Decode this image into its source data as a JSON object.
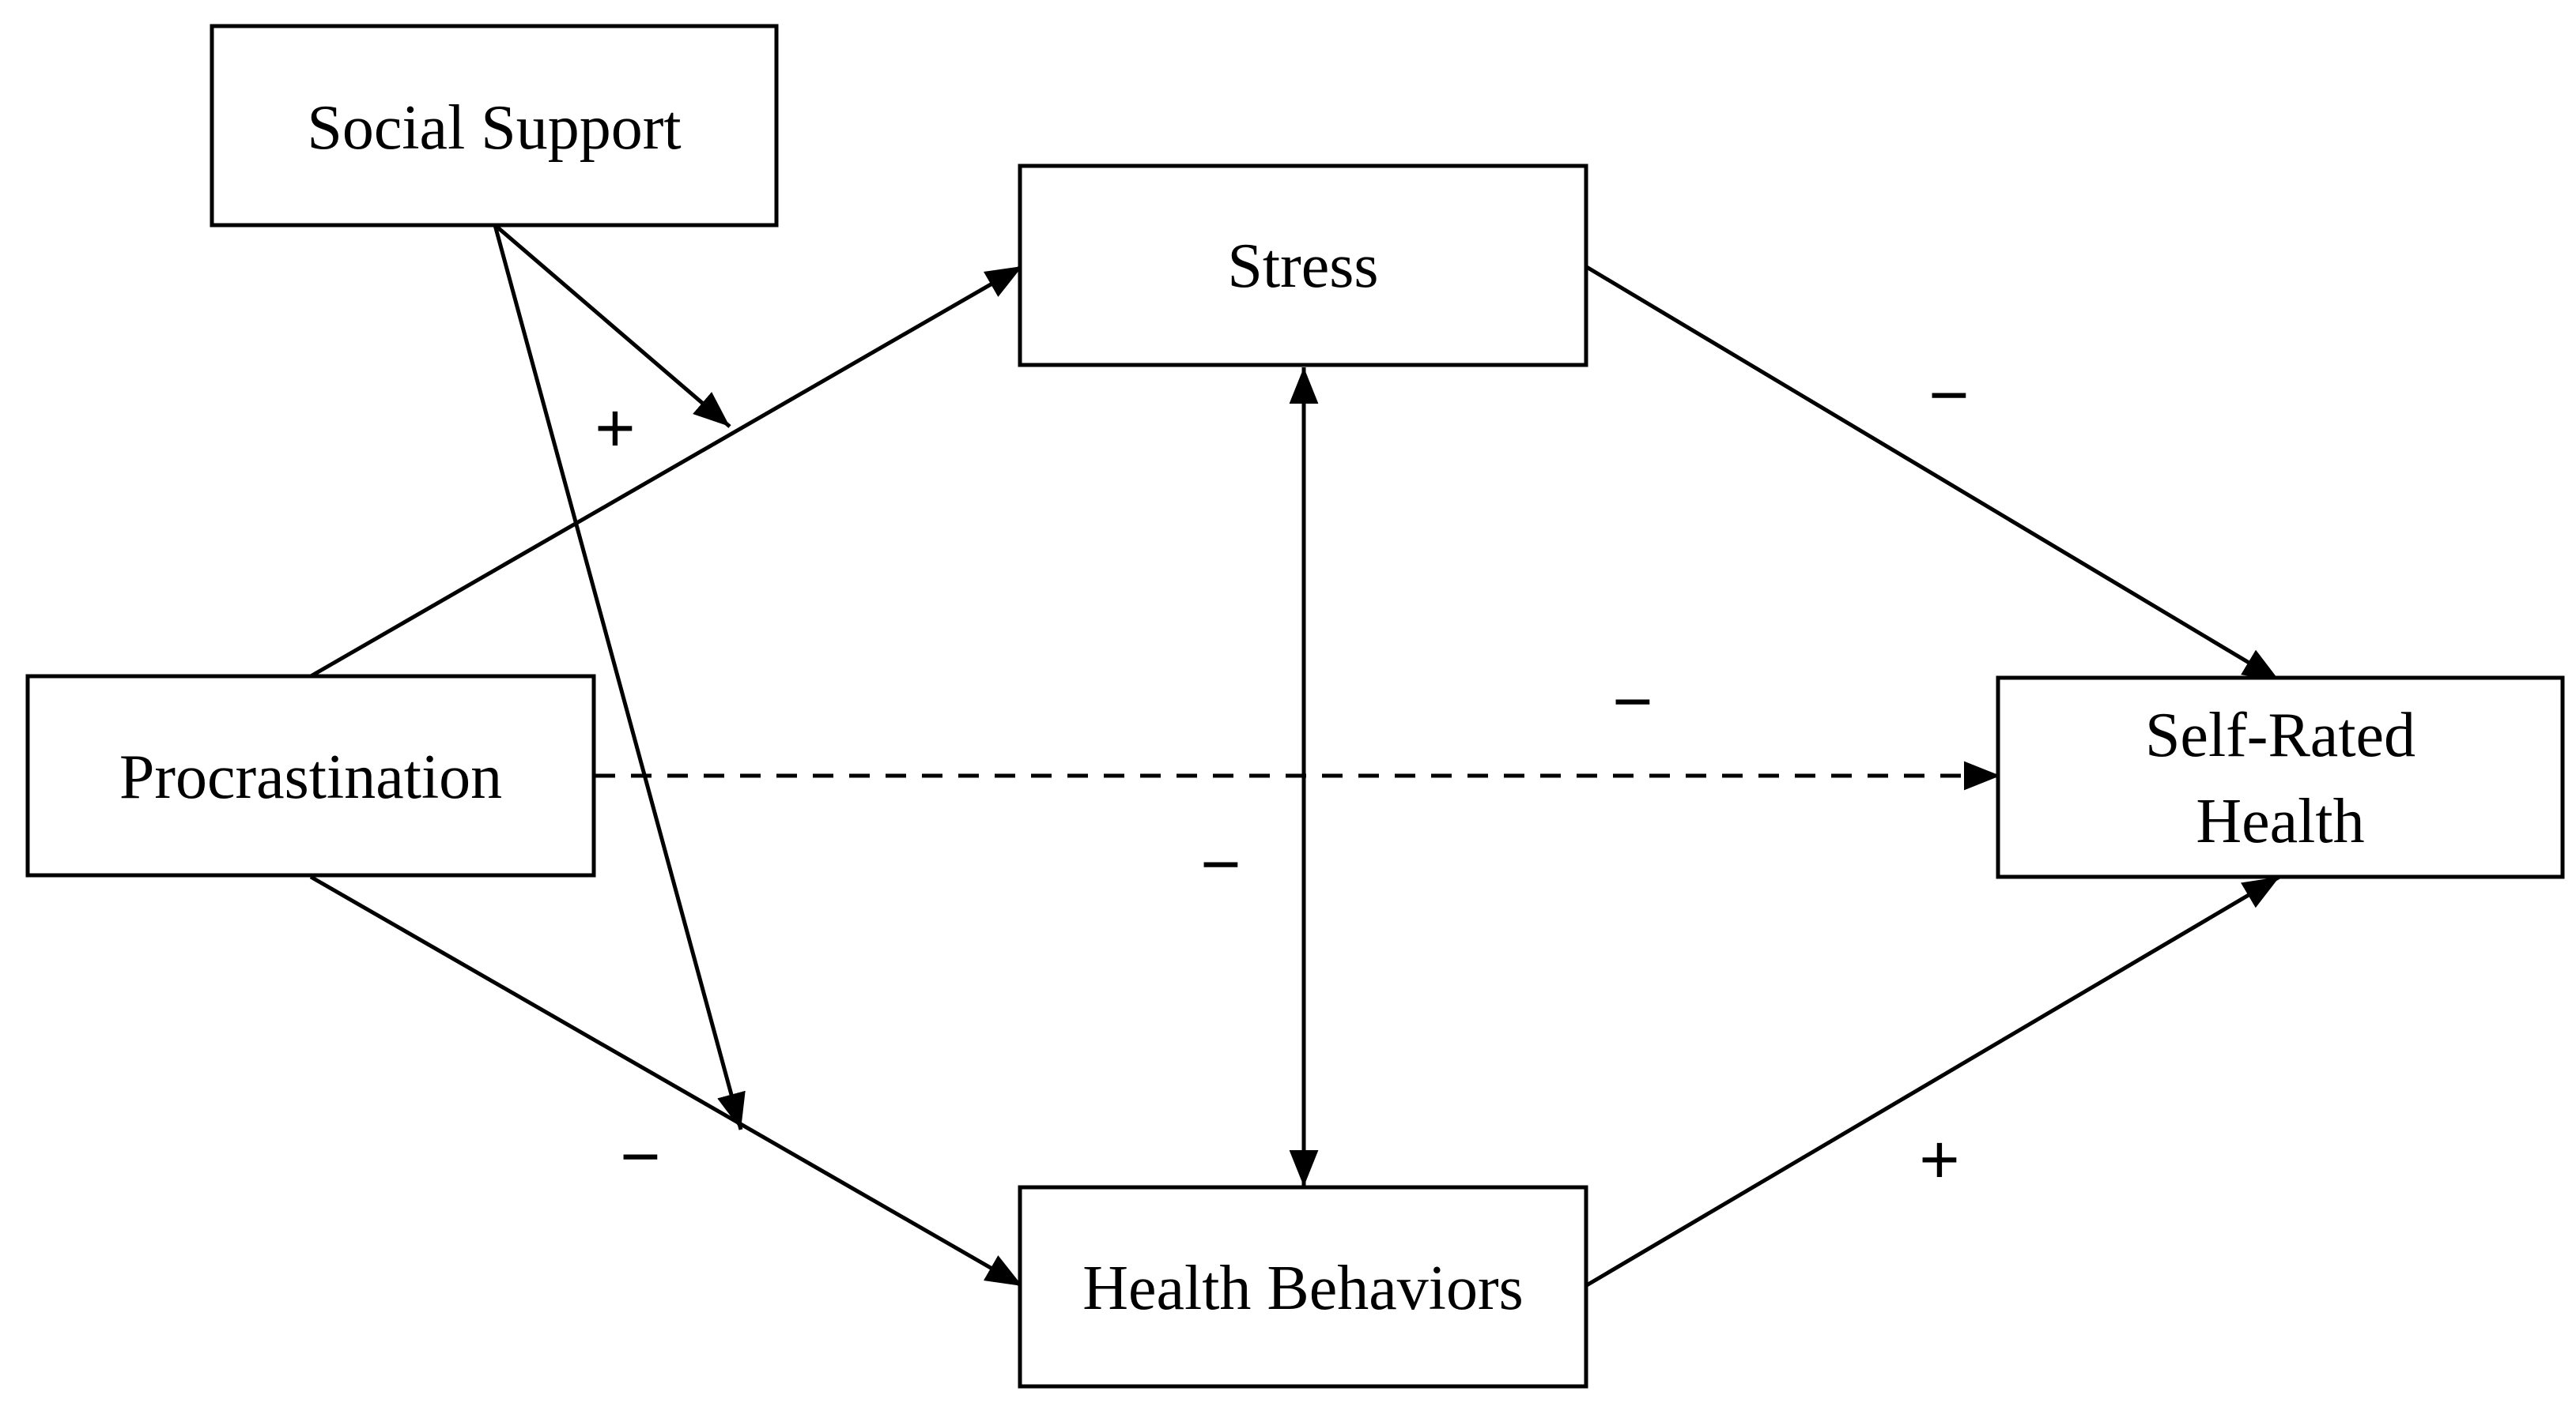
{
  "diagram": {
    "nodes": {
      "social_support": {
        "label": "Social Support"
      },
      "stress": {
        "label": "Stress"
      },
      "procrastination": {
        "label": "Procrastination"
      },
      "self_rated_health": {
        "label_line1": "Self-Rated",
        "label_line2": "Health"
      },
      "health_behaviors": {
        "label": "Health Behaviors"
      }
    },
    "edges": {
      "social_support_to_proc_stress_path": {
        "sign": "+"
      },
      "procrastination_to_health_behaviors": {
        "sign": "−"
      },
      "stress_to_self_rated_health": {
        "sign": "−"
      },
      "procrastination_to_self_rated_health": {
        "sign": "−",
        "style": "dashed"
      },
      "stress_health_behaviors_correlation": {
        "sign": "−"
      },
      "health_behaviors_to_self_rated_health": {
        "sign": "+"
      }
    },
    "colors": {
      "stroke": "#000000",
      "background": "#ffffff"
    }
  }
}
